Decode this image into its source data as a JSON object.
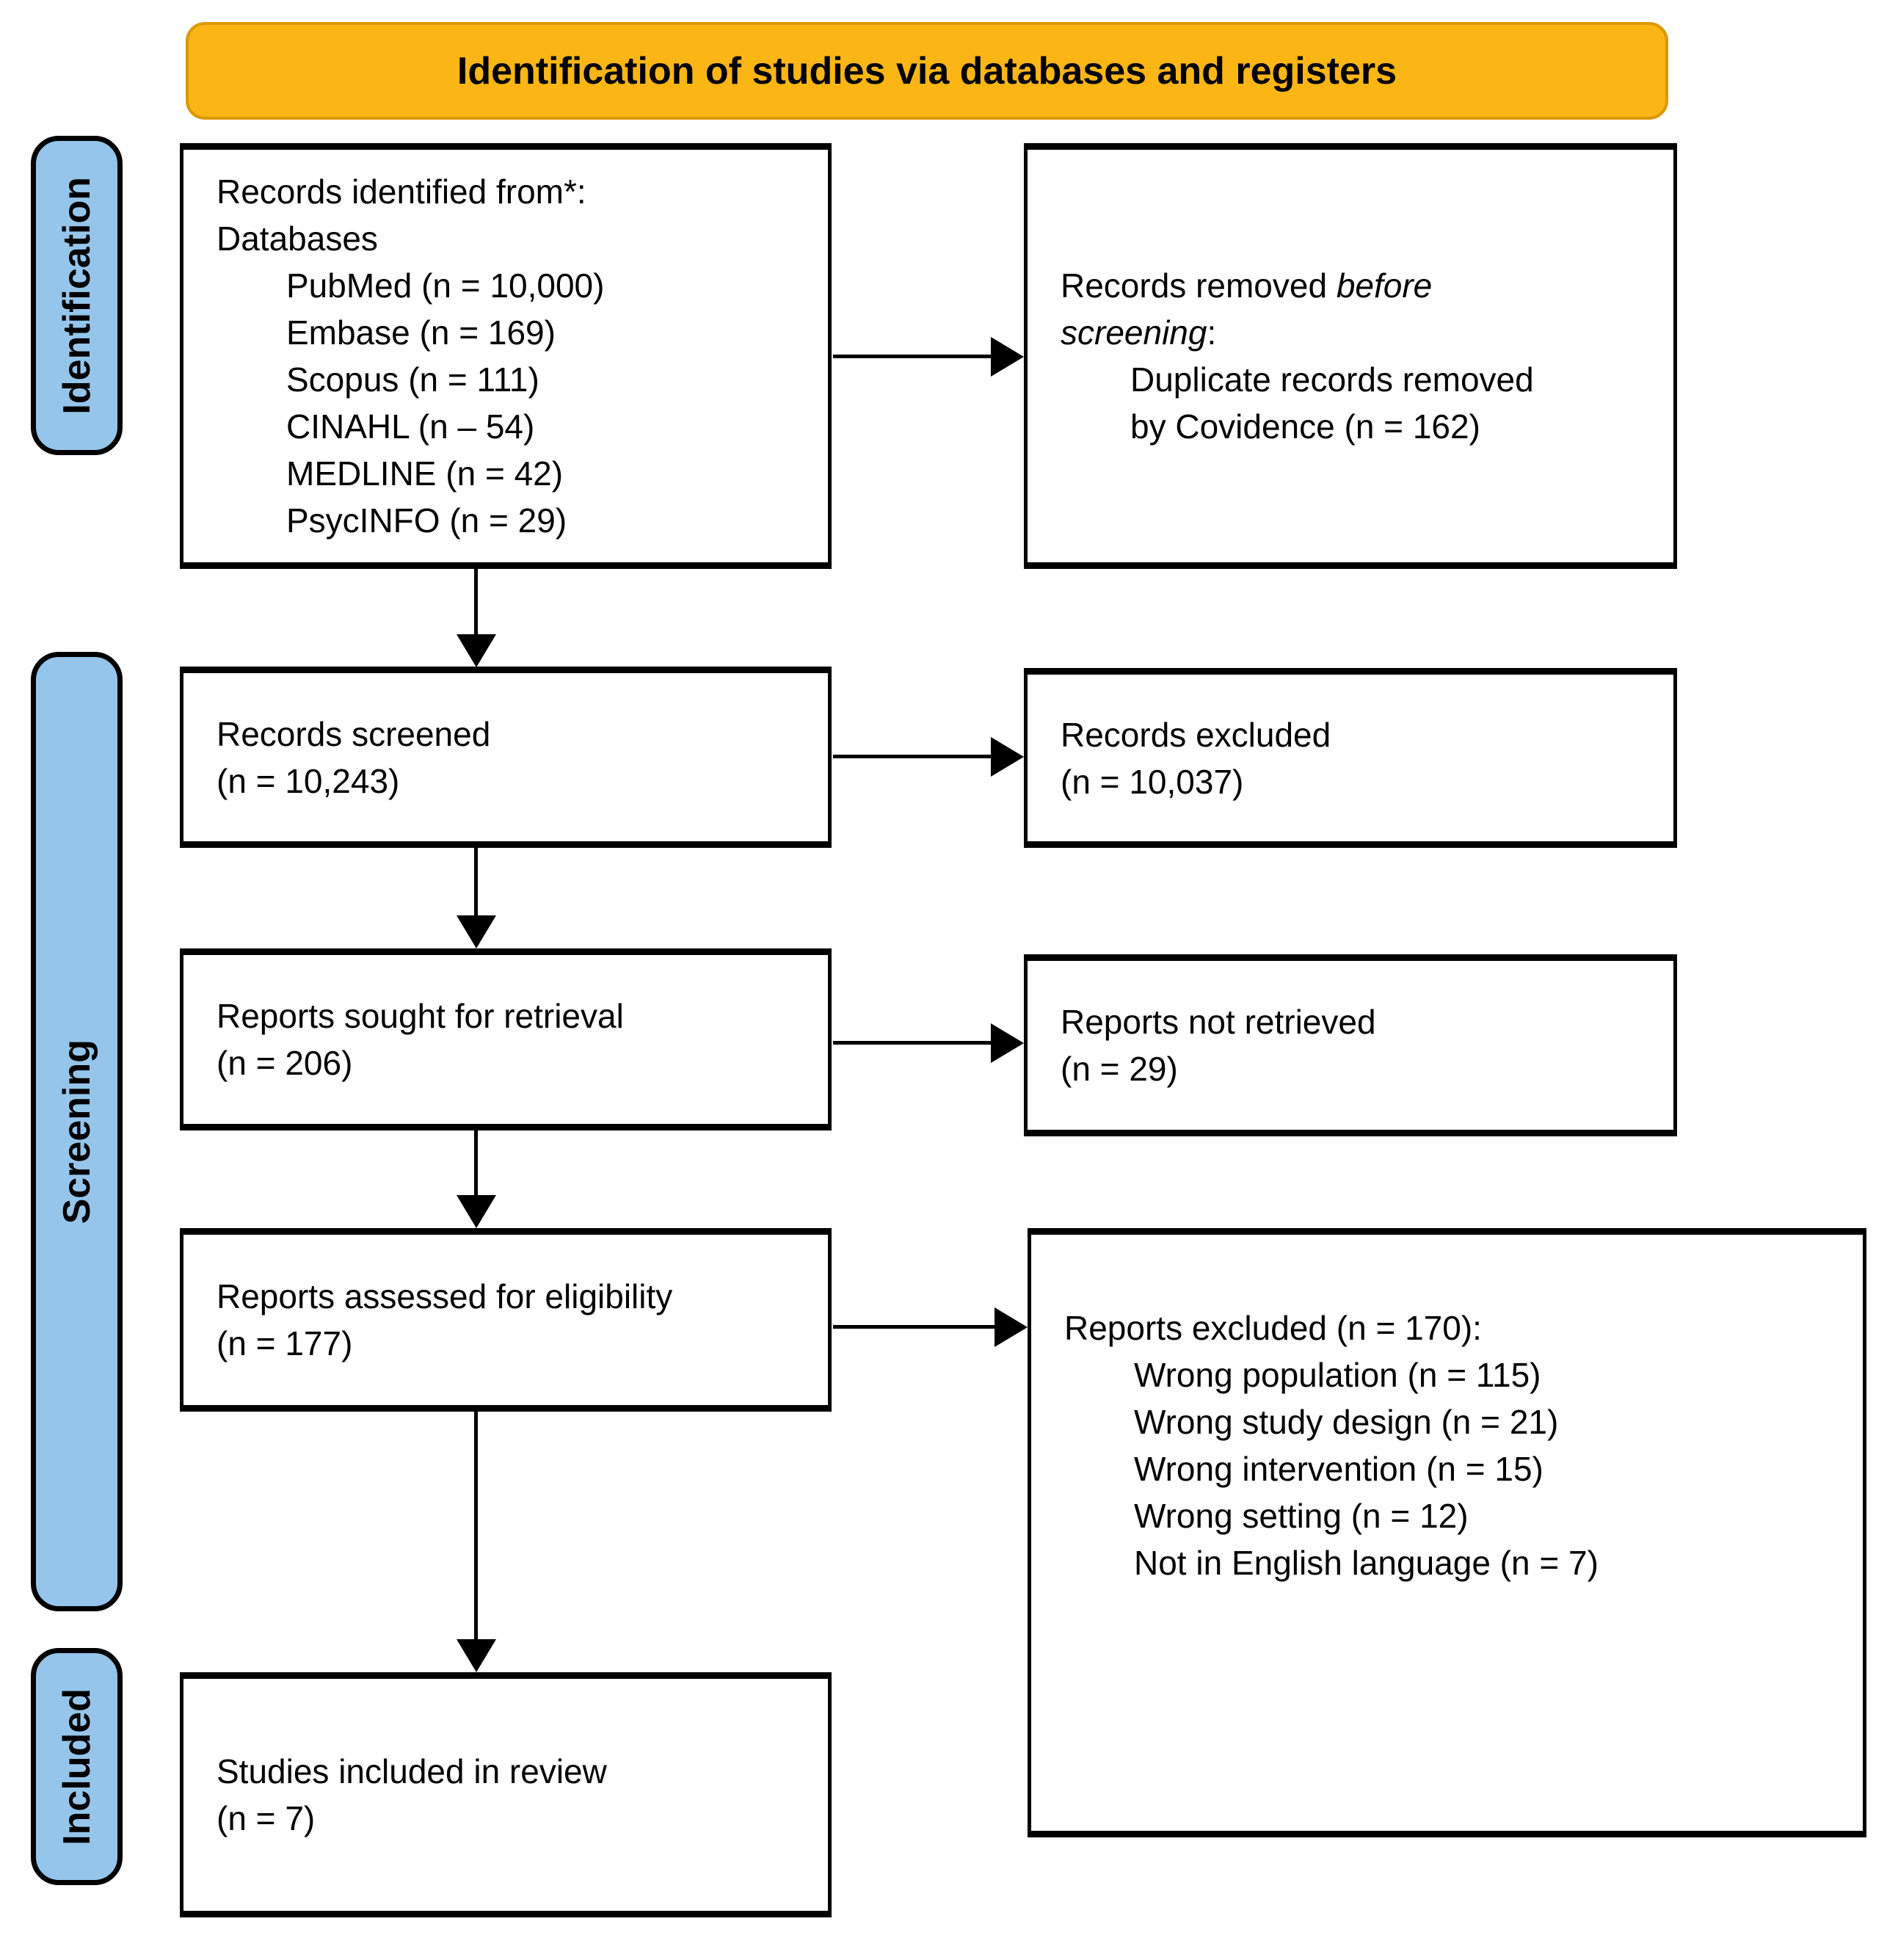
{
  "banner": {
    "title": "Identification of studies via databases and registers"
  },
  "side_labels": [
    {
      "id": "identification",
      "label": "Identification"
    },
    {
      "id": "screening",
      "label": "Screening"
    },
    {
      "id": "included",
      "label": "Included"
    }
  ],
  "boxes": {
    "identified": {
      "line1": "Records identified from*:",
      "line2": "Databases",
      "items": [
        "PubMed (n = 10,000)",
        "Embase (n = 169)",
        "Scopus (n = 111)",
        "CINAHL (n – 54)",
        "MEDLINE (n = 42)",
        "PsycINFO (n = 29)"
      ]
    },
    "removed": {
      "prefix": "Records removed ",
      "italic": "before screening",
      "suffix": ":",
      "items": [
        "Duplicate records removed by Covidence (n = 162)"
      ]
    },
    "screened": {
      "line1": "Records screened",
      "line2": "(n = 10,243)"
    },
    "excluded": {
      "line1": "Records excluded",
      "line2": "(n = 10,037)"
    },
    "sought": {
      "line1": "Reports sought for retrieval",
      "line2": "(n = 206)"
    },
    "not_retrieved": {
      "line1": "Reports not retrieved",
      "line2": "(n = 29)"
    },
    "assessed": {
      "line1": "Reports assessed for eligibility",
      "line2": "(n = 177)"
    },
    "reports_excluded": {
      "title": "Reports excluded (n = 170):",
      "items": [
        "Wrong population (n = 115)",
        "Wrong study design (n = 21)",
        "Wrong intervention (n = 15)",
        "Wrong setting (n = 12)",
        "Not in English language (n = 7)"
      ]
    },
    "included_box": {
      "line1": "Studies included in review",
      "line2": "(n = 7)"
    }
  },
  "colors": {
    "banner_bg": "#FBB615",
    "banner_border": "#DB9800",
    "label_bg": "#95C5EA",
    "background": "#FFFFFF",
    "text": "#000000"
  }
}
